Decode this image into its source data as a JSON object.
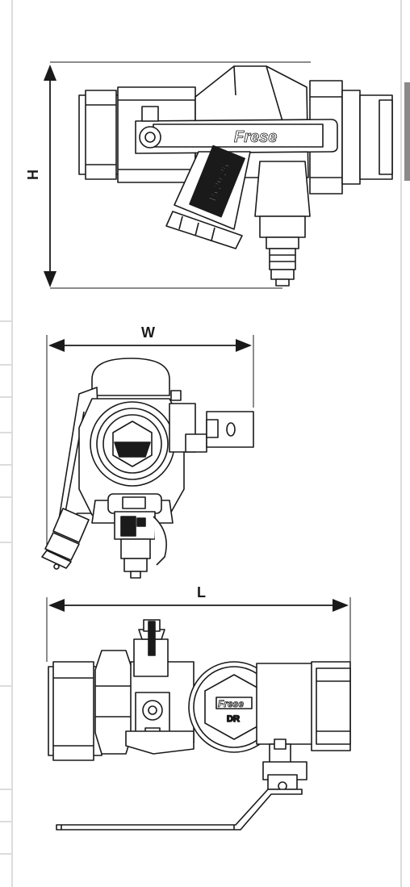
{
  "dimensions": {
    "height_label": "H",
    "width_label": "W",
    "length_label": "L"
  },
  "markings": {
    "brand": "Frese",
    "model": "15/20/25",
    "cap_label": "DR"
  },
  "colors": {
    "line": "#1a1a1a",
    "body_fill": "#ffffff",
    "shade": "#d8d8d8",
    "side_tab": "#8a8a8a",
    "frame": "#b8b8b8"
  }
}
